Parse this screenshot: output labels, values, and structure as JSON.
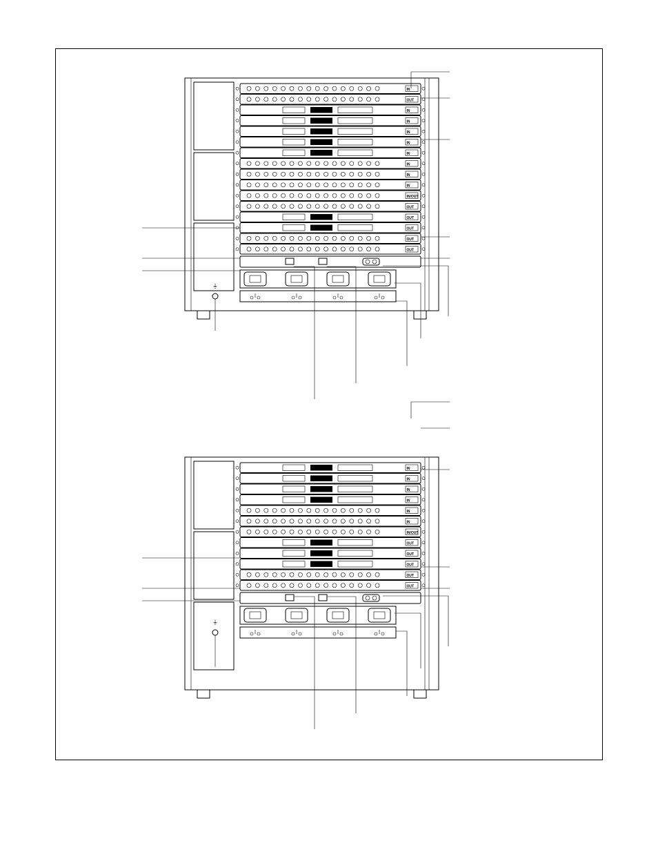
{
  "figure": {
    "top_unit": {
      "slot_labels": [
        "IN",
        "OUT",
        "IN",
        "IN",
        "IN",
        "IN",
        "IN",
        "IN",
        "IN",
        "IN",
        "IN/OUT",
        "OUT",
        "OUT",
        "OUT",
        "OUT",
        "OUT"
      ],
      "ground_symbol": "⏚"
    },
    "bottom_unit": {
      "slot_labels": [
        "IN",
        "IN",
        "IN",
        "IN",
        "IN",
        "IN",
        "IN/OUT",
        "OUT",
        "OUT",
        "OUT",
        "OUT",
        "OUT"
      ],
      "ground_symbol": "⏚"
    }
  }
}
